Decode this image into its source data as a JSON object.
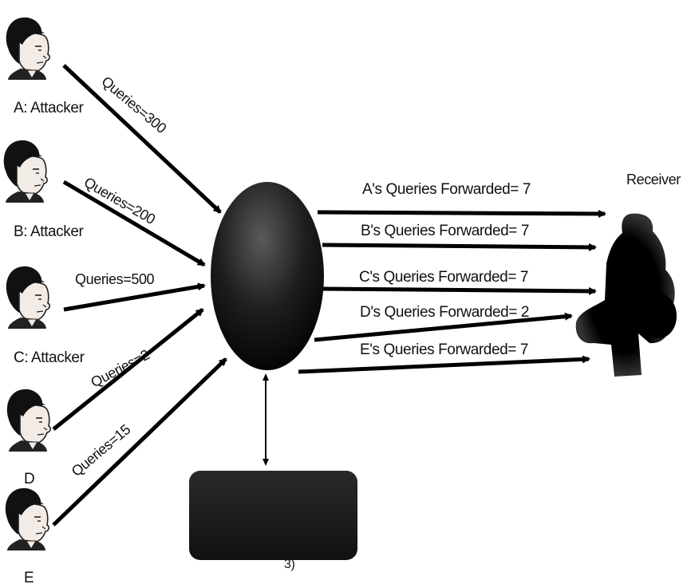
{
  "nodes": {
    "A": "A: Attacker",
    "B": "B: Attacker",
    "C": "C: Attacker",
    "D": "D",
    "E": "E"
  },
  "incoming": {
    "A": "Queries=300",
    "B": "Queries=200",
    "C": "Queries=500",
    "D": "Queries=2",
    "E": "Queries=15"
  },
  "outgoing": {
    "A": "A's Queries Forwarded= 7",
    "B": "B's Queries Forwarded= 7",
    "C": "C's Queries Forwarded= 7",
    "D": "D's Queries Forwarded=  2",
    "E": "E's Queries Forwarded=  7"
  },
  "receiver": "Receiver",
  "bottom_fragment": "3)"
}
